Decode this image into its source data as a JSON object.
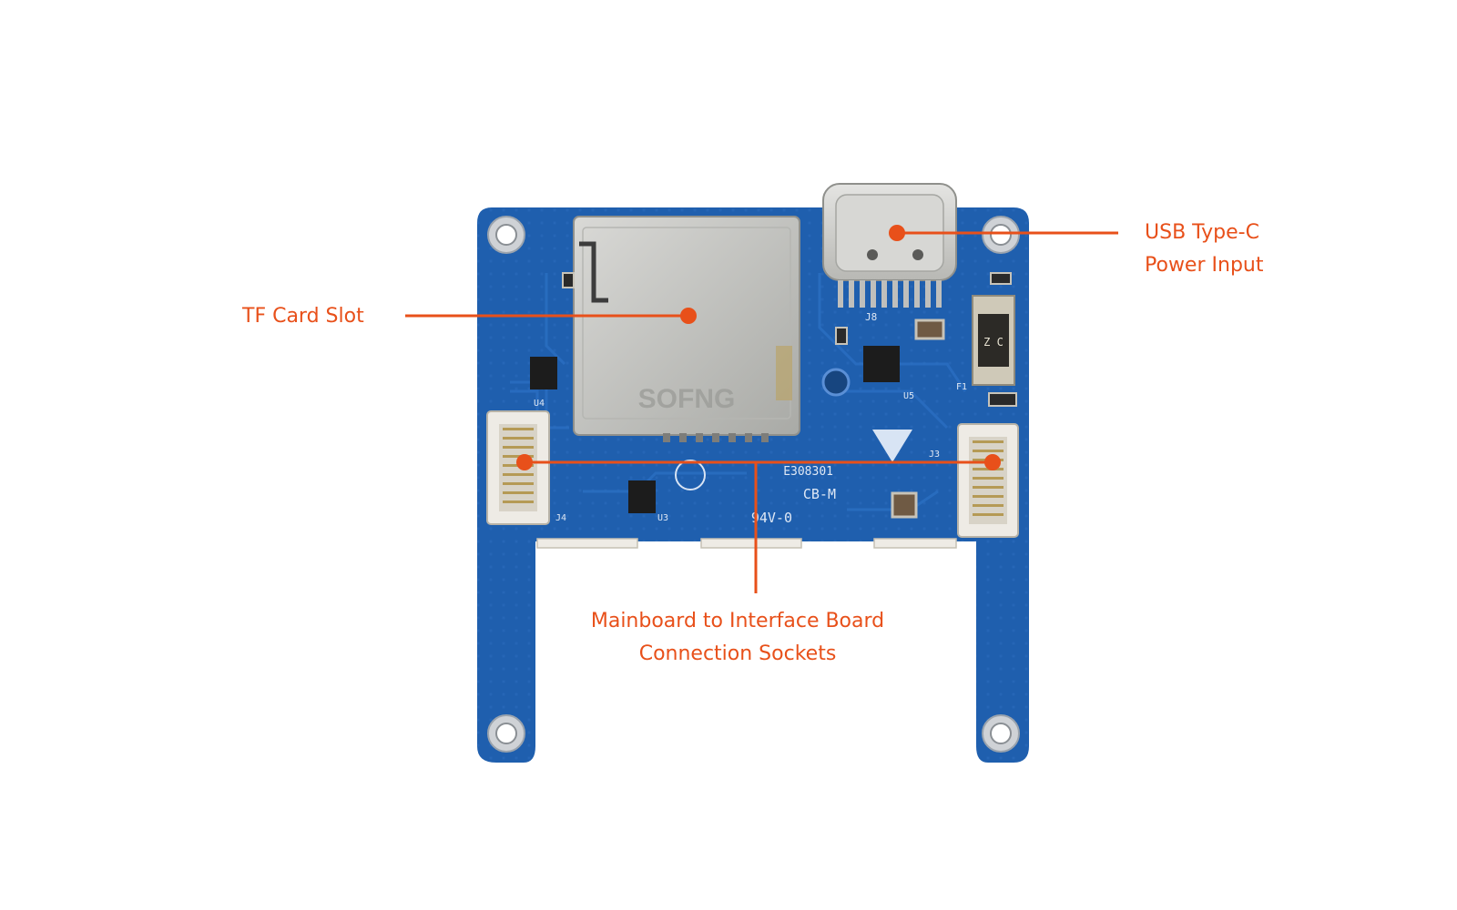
{
  "colors": {
    "accent": "#e8501a",
    "pcb": "#1f5fae",
    "pcb_dark": "#184d91",
    "metal": "#c9c9c6",
    "connector": "#ece9e3"
  },
  "callouts": {
    "tf_card_slot": {
      "label": "TF Card Slot"
    },
    "usb_type_c": {
      "line1": "USB Type-C",
      "line2": "Power Input"
    },
    "sockets": {
      "line1": "Mainboard to Interface Board",
      "line2": "Connection Sockets"
    }
  },
  "board_markings": {
    "card_slot_text": "SOFNG",
    "j8": "J8",
    "u5": "U5",
    "u4": "U4",
    "u3": "U3",
    "j3": "J3",
    "j4": "J4",
    "f1": "F1",
    "cert": "E308301",
    "model": "CB-M",
    "rating": "94V-0",
    "fuse": "Z C"
  }
}
